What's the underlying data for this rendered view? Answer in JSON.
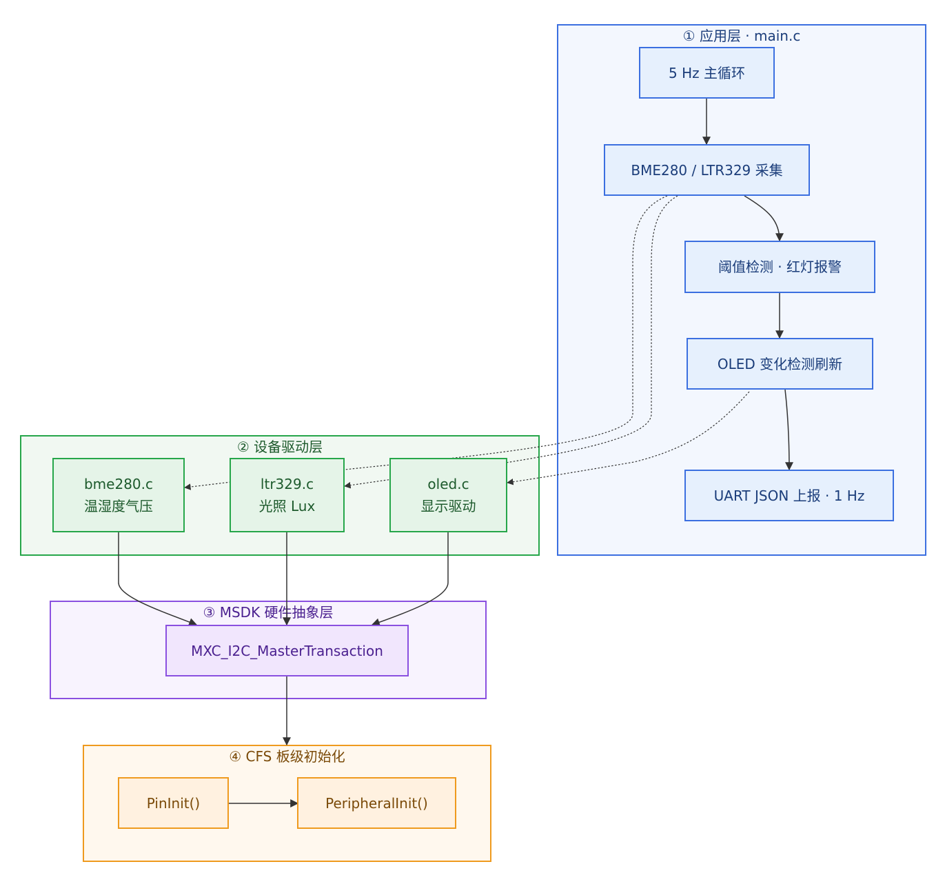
{
  "groups": {
    "app": {
      "title": "① 应用层 · main.c"
    },
    "drivers": {
      "title": "② 设备驱动层"
    },
    "msdk": {
      "title": "③ MSDK 硬件抽象层"
    },
    "cfs": {
      "title": "④ CFS 板级初始化"
    }
  },
  "nodes": {
    "main_loop": {
      "line1": "5 Hz 主循环"
    },
    "acquire": {
      "line1": "BME280 / LTR329 采集"
    },
    "threshold": {
      "line1": "阈值检测 · 红灯报警"
    },
    "oled_refresh": {
      "line1": "OLED 变化检测刷新"
    },
    "uart": {
      "line1": "UART JSON 上报 · 1 Hz"
    },
    "bme280": {
      "line1": "bme280.c",
      "line2": "温湿度气压"
    },
    "ltr329": {
      "line1": "ltr329.c",
      "line2": "光照 Lux"
    },
    "oled": {
      "line1": "oled.c",
      "line2": "显示驱动"
    },
    "i2c": {
      "line1": "MXC_I2C_MasterTransaction"
    },
    "pininit": {
      "line1": "PinInit()"
    },
    "periph": {
      "line1": "PeripheralInit()"
    }
  },
  "colors": {
    "edge": "#333333",
    "app": "#3b6fe0",
    "drivers": "#26a64a",
    "msdk": "#8a4fe0",
    "cfs": "#ef9a1e"
  }
}
